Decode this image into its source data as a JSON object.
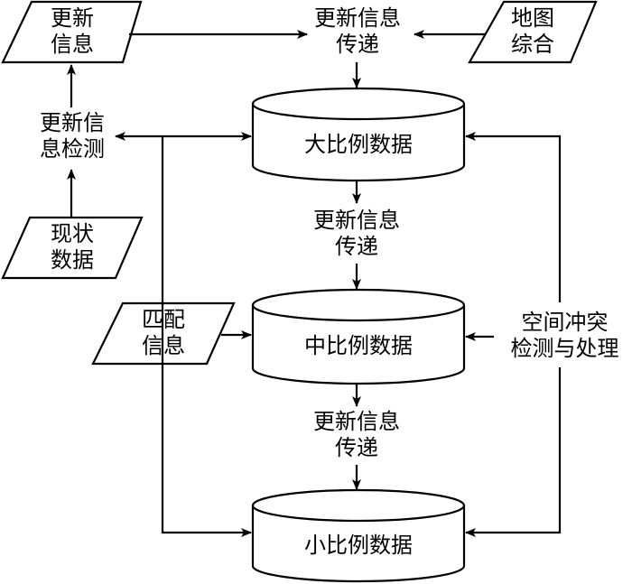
{
  "diagram": {
    "stroke_color": "#000000",
    "background_color": "#ffffff",
    "nodes": {
      "update_info": {
        "shape": "parallelogram",
        "lines": [
          "更新",
          "信息"
        ]
      },
      "update_transfer_top": {
        "shape": "text",
        "lines": [
          "更新信息",
          "传递"
        ]
      },
      "map_generalization": {
        "shape": "parallelogram",
        "lines": [
          "地图",
          "综合"
        ]
      },
      "update_detection": {
        "shape": "text",
        "lines": [
          "更新信",
          "息检测"
        ]
      },
      "large_scale_data": {
        "shape": "cylinder",
        "lines": [
          "大比例数据"
        ]
      },
      "current_data": {
        "shape": "parallelogram",
        "lines": [
          "现状",
          "数据"
        ]
      },
      "update_transfer_mid": {
        "shape": "text",
        "lines": [
          "更新信息",
          "传递"
        ]
      },
      "matching_info": {
        "shape": "parallelogram",
        "lines": [
          "匹配",
          "信息"
        ]
      },
      "medium_scale_data": {
        "shape": "cylinder",
        "lines": [
          "中比例数据"
        ]
      },
      "conflict_detection": {
        "shape": "text",
        "lines": [
          "空间冲突",
          "检测与处理"
        ]
      },
      "update_transfer_bottom": {
        "shape": "text",
        "lines": [
          "更新信息",
          "传递"
        ]
      },
      "small_scale_data": {
        "shape": "cylinder",
        "lines": [
          "小比例数据"
        ]
      }
    },
    "edges": [
      {
        "from": "update_info",
        "to": "update_transfer_top"
      },
      {
        "from": "map_generalization",
        "to": "update_transfer_top"
      },
      {
        "from": "update_transfer_top",
        "to": "large_scale_data"
      },
      {
        "from": "update_detection",
        "to": "update_info"
      },
      {
        "from": "current_data",
        "to": "update_detection"
      },
      {
        "from": "large_scale_data",
        "to": "update_detection",
        "bidirectional": true
      },
      {
        "from": "large_scale_data",
        "to": "update_transfer_mid"
      },
      {
        "from": "update_transfer_mid",
        "to": "medium_scale_data"
      },
      {
        "from": "matching_info",
        "to": "medium_scale_data"
      },
      {
        "from": "medium_scale_data",
        "to": "update_transfer_bottom"
      },
      {
        "from": "update_transfer_bottom",
        "to": "small_scale_data"
      },
      {
        "from": "update_detection",
        "to": "small_scale_data"
      },
      {
        "from": "conflict_detection",
        "to": "large_scale_data"
      },
      {
        "from": "conflict_detection",
        "to": "medium_scale_data"
      },
      {
        "from": "conflict_detection",
        "to": "small_scale_data"
      }
    ]
  }
}
